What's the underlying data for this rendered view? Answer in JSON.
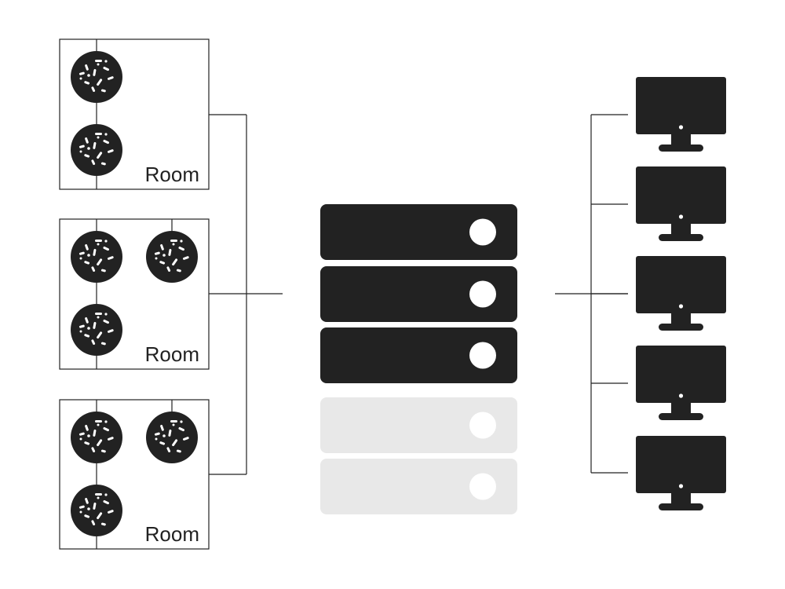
{
  "rooms": [
    {
      "label": "Room",
      "sensor_count": 2,
      "icon": "speaker-icon"
    },
    {
      "label": "Room",
      "sensor_count": 3,
      "icon": "speaker-icon"
    },
    {
      "label": "Room",
      "sensor_count": 3,
      "icon": "speaker-icon"
    }
  ],
  "server": {
    "icon": "server-rack-icon",
    "units": [
      {
        "state": "active"
      },
      {
        "state": "active"
      },
      {
        "state": "active"
      },
      {
        "state": "inactive"
      },
      {
        "state": "inactive"
      }
    ]
  },
  "monitors": {
    "count": 5,
    "icon": "monitor-icon"
  },
  "colors": {
    "dark": "#222222",
    "inactive": "#e8e8e8",
    "line": "#222222",
    "background": "#ffffff"
  }
}
